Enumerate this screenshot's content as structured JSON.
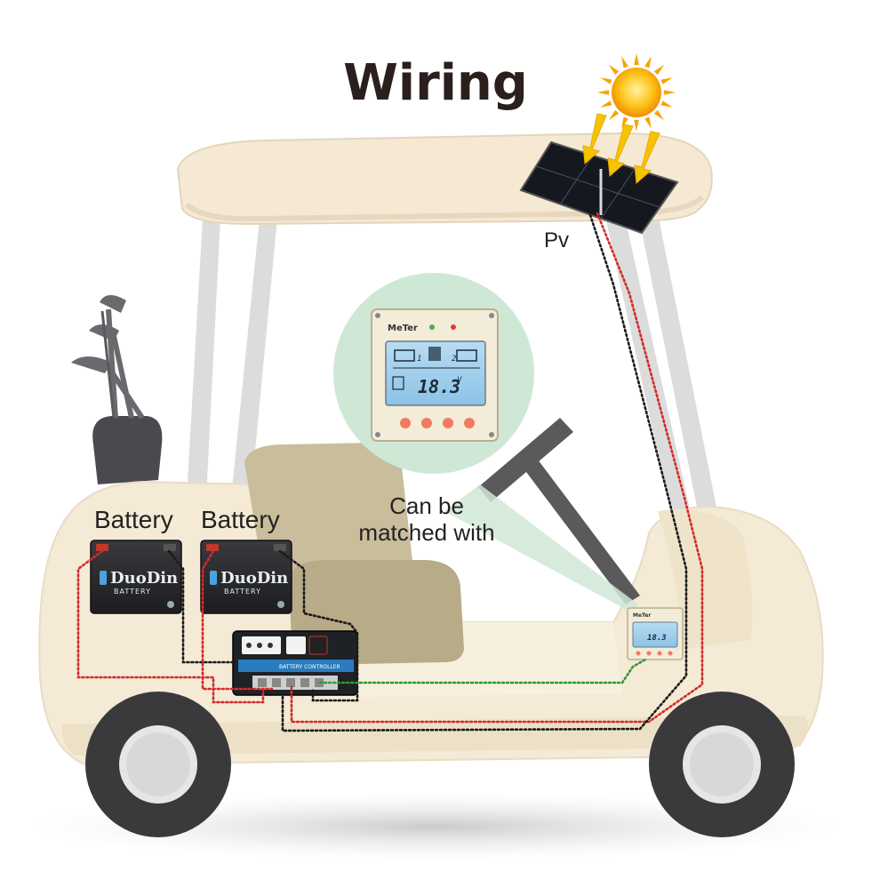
{
  "diagram": {
    "title": "Wiring",
    "pv_label": "Pv",
    "battery_label_1": "Battery",
    "battery_label_2": "Battery",
    "callout_line1": "Can be",
    "callout_line2": "matched with"
  },
  "meter": {
    "brand": "MeTer",
    "reading": "18.3",
    "unit": "V",
    "batt1_num": "1",
    "batt2_num": "2"
  },
  "battery": {
    "brand": "DuoDin",
    "subtitle": "BATTERY"
  },
  "controller": {
    "band_text": "BATTERY CONTROLLER"
  },
  "colors": {
    "cart_body": "#f4ead5",
    "cart_roof": "#f5e9d4",
    "wheel": "#3a3a3c",
    "callout": "#cfe8d6",
    "wire_red": "#d12b2b",
    "wire_black": "#1a1a1a",
    "wire_green": "#2f9a3a",
    "sun": "#f6a300"
  },
  "icons": [
    "sun-icon",
    "solar-panel-icon",
    "golf-bag-icon",
    "steering-wheel-icon",
    "battery-icon",
    "meter-icon",
    "controller-icon"
  ]
}
